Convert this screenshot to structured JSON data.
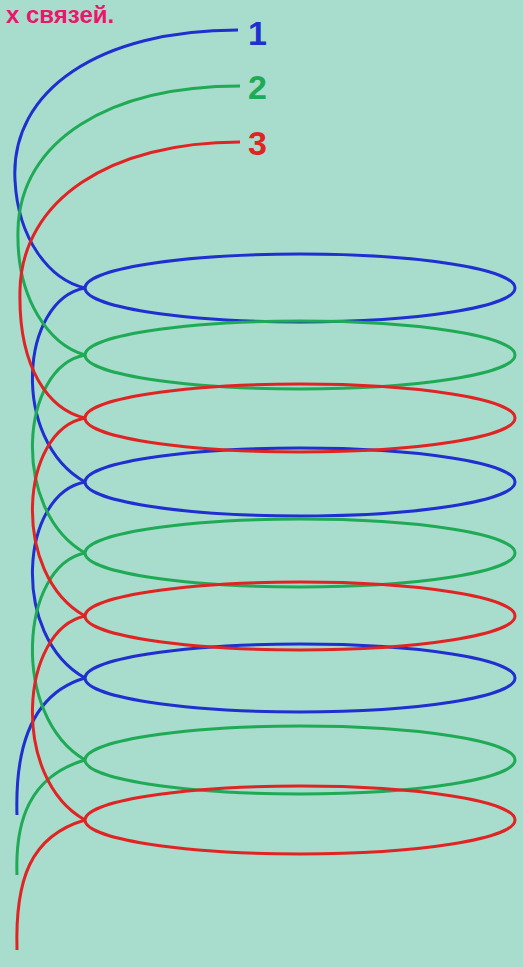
{
  "diagram": {
    "labels": [
      "х связей.",
      "1",
      "2",
      "3"
    ]
  }
}
